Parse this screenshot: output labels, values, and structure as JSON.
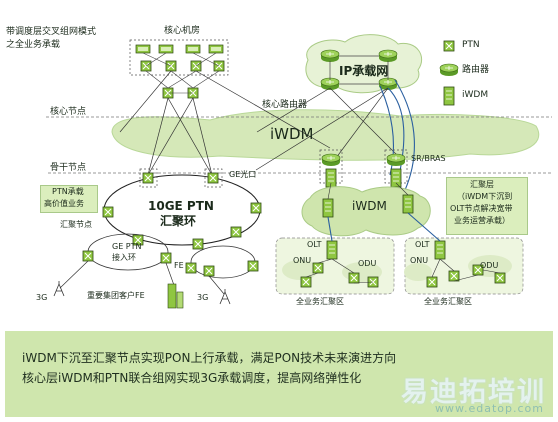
{
  "title_lines": [
    "带调度层交叉组网模式",
    "之全业务承载"
  ],
  "labels": {
    "core_room": "核心机房",
    "core_node": "核心节点",
    "core_router": "核心路由器",
    "backbone_node": "骨干节点",
    "ip_network": "IP承载网",
    "iwdm_band": "iWDM",
    "ge_optical": "GE光口",
    "ring_title": "10GE PTN",
    "ring_subtitle": "汇聚环",
    "ptn_note_1": "PTN承载",
    "ptn_note_2": "高价值业务",
    "agg_node": "汇聚节点",
    "ge_access_1": "GE PTN",
    "ge_access_2": "接入环",
    "fe": "FE",
    "fe_customer": "重要集团客户FE",
    "threeg_left": "3G",
    "threeg_right": "3G",
    "sr_bras": "SR/BRAS",
    "iwdm_right": "iWDM",
    "olt_left": "OLT",
    "olt_right": "OLT",
    "onu_left": "ONU",
    "onu_right": "ONU",
    "odu_left": "ODU",
    "odu_right": "ODU",
    "zone_left": "全业务汇聚区",
    "zone_right": "全业务汇聚区",
    "agg_layer": [
      "汇聚层",
      "（iWDM下沉到",
      "OLT节点解决宽带",
      "业务运营承载）"
    ]
  },
  "legend": [
    {
      "label": "PTN",
      "icon": "ptn-icon"
    },
    {
      "label": "路由器",
      "icon": "router-icon"
    },
    {
      "label": "iWDM",
      "icon": "iwdm-icon"
    }
  ],
  "bottom_lines": [
    "iWDM下沉至汇聚节点实现PON上行承载，满足PON技术未来演进方向",
    "核心层iWDM和PTN联合组网实现3G承载调度，提高网络弹性化"
  ],
  "watermark": {
    "text": "易迪拓培训",
    "url": "www.edatop.com"
  },
  "colors": {
    "device_green": "#8fc641",
    "router_green": "#7cbf3a",
    "band_green": "#d5e8b8",
    "link_blue": "#2a5fa0",
    "panel_green": "#cfe6ad"
  }
}
